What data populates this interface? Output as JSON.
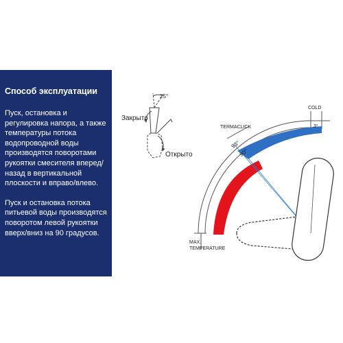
{
  "panel": {
    "title": "Способ эксплуатации",
    "paragraph1": "Пуск, остановка и регулировка напора, а также температуры потока водопроводной воды производятся поворотами рукоятки смесителя вперед/назад в вертикальной плоскости и вправо/влево.",
    "paragraph2": "Пуск и остановка потока питьевой воды производятся поворотом левой рукоятки вверх/вниз на 90 градусов."
  },
  "diagram": {
    "closed_label": "Закрыто",
    "open_label": "Открыто",
    "angle_small": "25°",
    "cold_label": "COLD",
    "cold_angle": "3°",
    "termaclick_label": "TERMACLICK",
    "angle_93": "93°",
    "angle_90": "90°",
    "max_label_1": "MAX.",
    "max_label_2": "TEMPERATURE"
  },
  "colors": {
    "panel_bg": "#1b2f6e",
    "hot": "#e3141b",
    "cold": "#2f6fc4",
    "line": "#555555"
  }
}
